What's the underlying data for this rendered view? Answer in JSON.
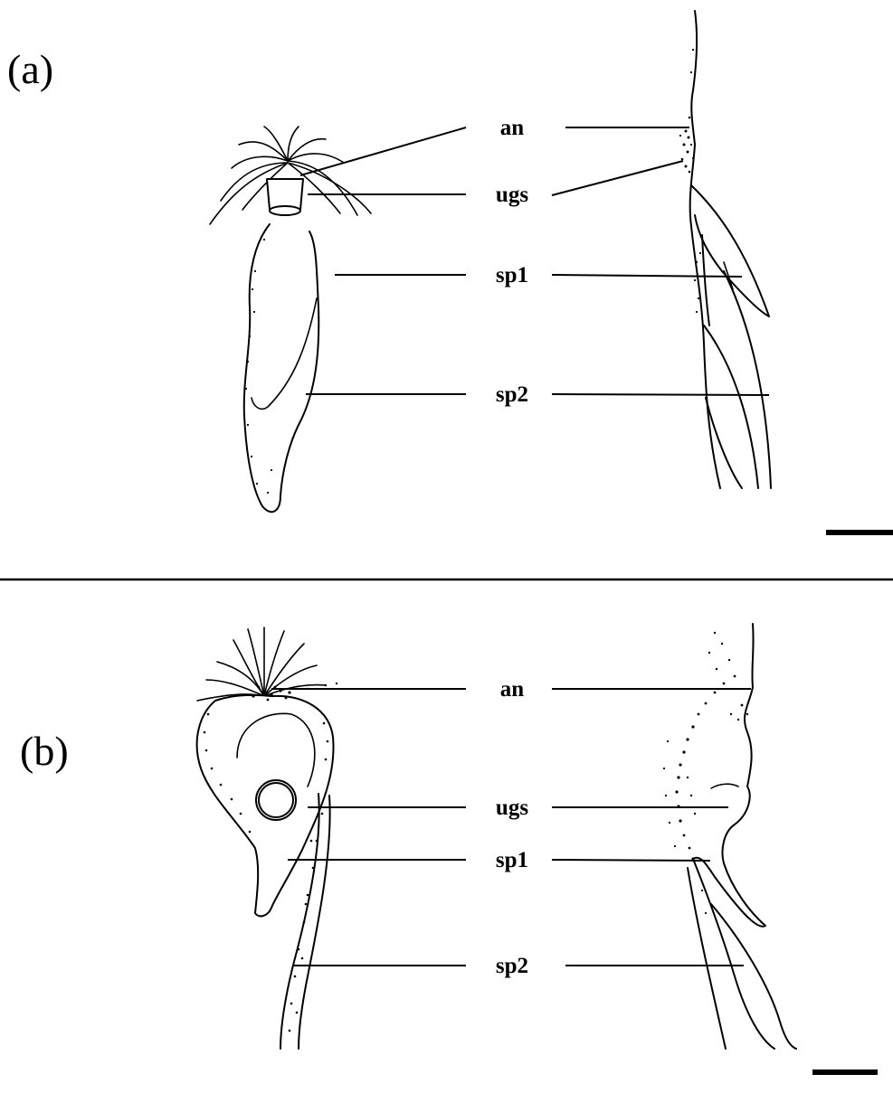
{
  "panels": [
    {
      "label": "(a)",
      "terms": {
        "an": "an",
        "ugs": "ugs",
        "sp1": "sp1",
        "sp2": "sp2"
      }
    },
    {
      "label": "(b)",
      "terms": {
        "an": "an",
        "ugs": "ugs",
        "sp1": "sp1",
        "sp2": "sp2"
      }
    }
  ]
}
